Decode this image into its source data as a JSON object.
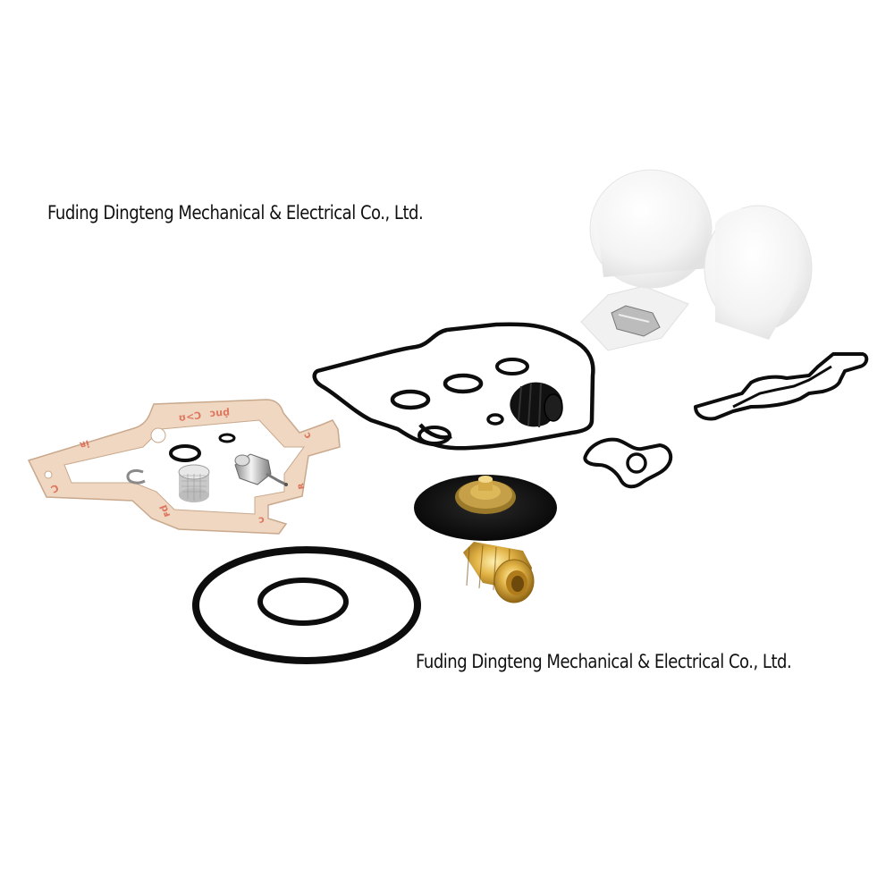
{
  "watermarks": {
    "top": "Fuding Dingteng Mechanical & Electrical Co., Ltd.",
    "bottom": "Fuding Dingteng Mechanical & Electrical Co., Ltd."
  },
  "colors": {
    "background": "#ffffff",
    "rubber": "#0d0d0d",
    "paper_gasket": "#efd7c2",
    "paper_gasket_print": "#d9573f",
    "brass": "#d9a53a",
    "float_plastic": "#f4f4f4"
  },
  "parts": [
    "paper-gasket",
    "float-bowl-gasket",
    "float",
    "accelerator-pump-boot",
    "small-o-rings",
    "diaphragm",
    "brass-jet",
    "large-o-ring",
    "medium-o-ring",
    "float-needle-valve",
    "filter-screen",
    "e-clip",
    "shaped-seal-small",
    "shaped-seal-long"
  ]
}
